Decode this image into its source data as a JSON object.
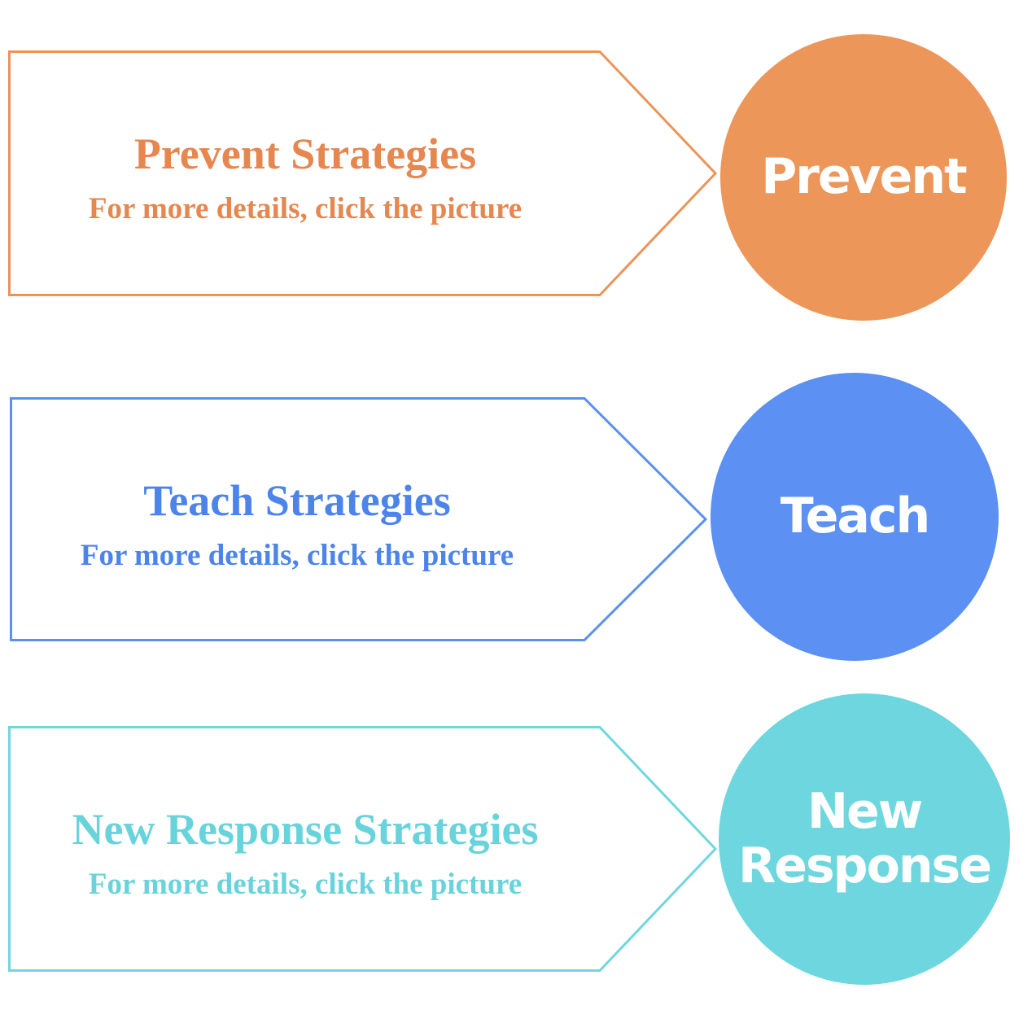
{
  "page": {
    "background": "#ffffff"
  },
  "rows": [
    {
      "id": "prevent",
      "title": "Prevent Strategies",
      "subtitle": "For more details, click the picture",
      "circle_label": "Prevent",
      "accent": "#EB9459",
      "text_color": "#E5874F",
      "circle_fill": "#EC9659",
      "circle_text_color": "#FFFFFF"
    },
    {
      "id": "teach",
      "title": "Teach Strategies",
      "subtitle": "For more details, click the picture",
      "circle_label": "Teach",
      "accent": "#5B8FF0",
      "text_color": "#4C84EA",
      "circle_fill": "#5C90F2",
      "circle_text_color": "#FFFFFF"
    },
    {
      "id": "new-response",
      "title": "New Response Strategies",
      "subtitle": "For more details, click the picture",
      "circle_label_line1": "New",
      "circle_label_line2": "Response",
      "accent": "#6FD7DE",
      "text_color": "#68D3DB",
      "circle_fill": "#6ED6DE",
      "circle_text_color": "#FFFFFF"
    }
  ]
}
